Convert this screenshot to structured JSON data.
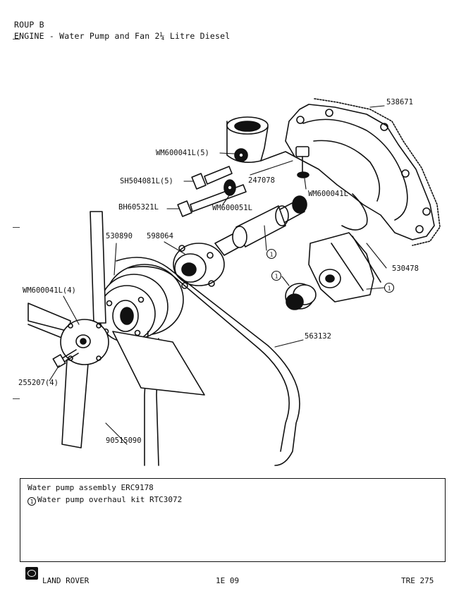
{
  "header": {
    "group": "ROUP B",
    "title": "ENGINE - Water Pump and Fan 2¼ Litre Diesel"
  },
  "labels": {
    "p538671": "538671",
    "p247078": "247078",
    "pWM600041L": "WM600041L",
    "pWM600041L5": "WM600041L(5)",
    "pSH504081L5": "SH504081L(5)",
    "pWM600051L": "WM600051L",
    "pBH605321L": "BH605321L",
    "p530890": "530890",
    "p598064": "598064",
    "p530478": "530478",
    "pWM600041L4": "WM600041L(4)",
    "p563132": "563132",
    "p255207_4": "255207(4)",
    "p90515090": "90515090",
    "callout1": "1"
  },
  "notes": {
    "line1": "Water pump assembly ERC9178",
    "line2_marker": "1",
    "line2": "Water pump overhaul kit RTC3072"
  },
  "footer": {
    "brand": "LAND ROVER",
    "page": "1E 09",
    "ref": "TRE 275"
  }
}
